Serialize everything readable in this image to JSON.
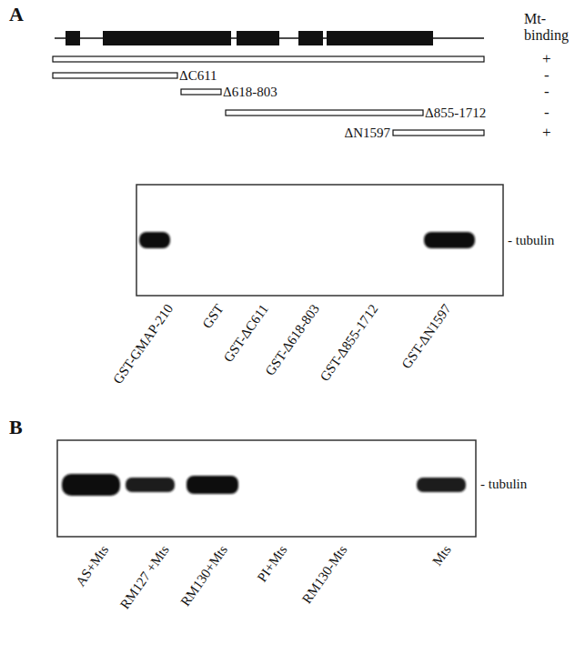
{
  "diagram": {
    "labels": [
      "A",
      "Mt- binding",
      "+",
      "ΔC611",
      "-",
      "Δ618-803",
      "-",
      "Δ855-1712",
      "-",
      "ΔN1597",
      "+",
      "- tubulin",
      "GST-GMAP-210",
      "GST",
      "GST-ΔC611",
      "GST-Δ618-803",
      "GST-Δ855-1712",
      "GST-ΔN1597",
      "B",
      "- tubulin",
      "AS+Mts",
      "RM127 +Mts",
      "RM130+Mts",
      "PI+Mts",
      "RM130-Mts",
      "Mts"
    ]
  }
}
